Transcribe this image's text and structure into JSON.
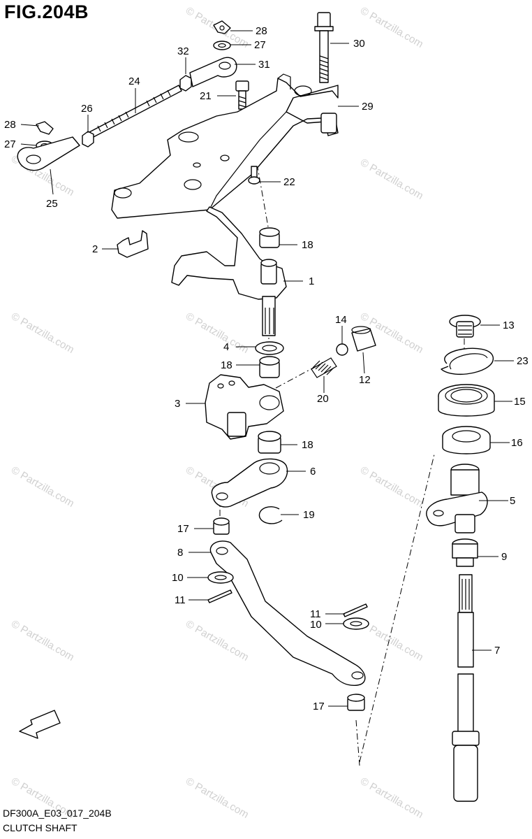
{
  "title": "FIG.204B",
  "footer": {
    "model_code": "DF300A_E03_017_204B",
    "diagram_name": "CLUTCH SHAFT"
  },
  "watermark": "© Partzilla.com",
  "fwd_label": "FWD",
  "callouts": [
    "28",
    "27",
    "32",
    "31",
    "30",
    "24",
    "21",
    "29",
    "26",
    "28",
    "27",
    "25",
    "22",
    "2",
    "18",
    "1",
    "14",
    "4",
    "18",
    "12",
    "20",
    "3",
    "18",
    "6",
    "19",
    "17",
    "8",
    "10",
    "11",
    "11",
    "10",
    "17",
    "13",
    "23",
    "15",
    "16",
    "5",
    "9",
    "7"
  ]
}
